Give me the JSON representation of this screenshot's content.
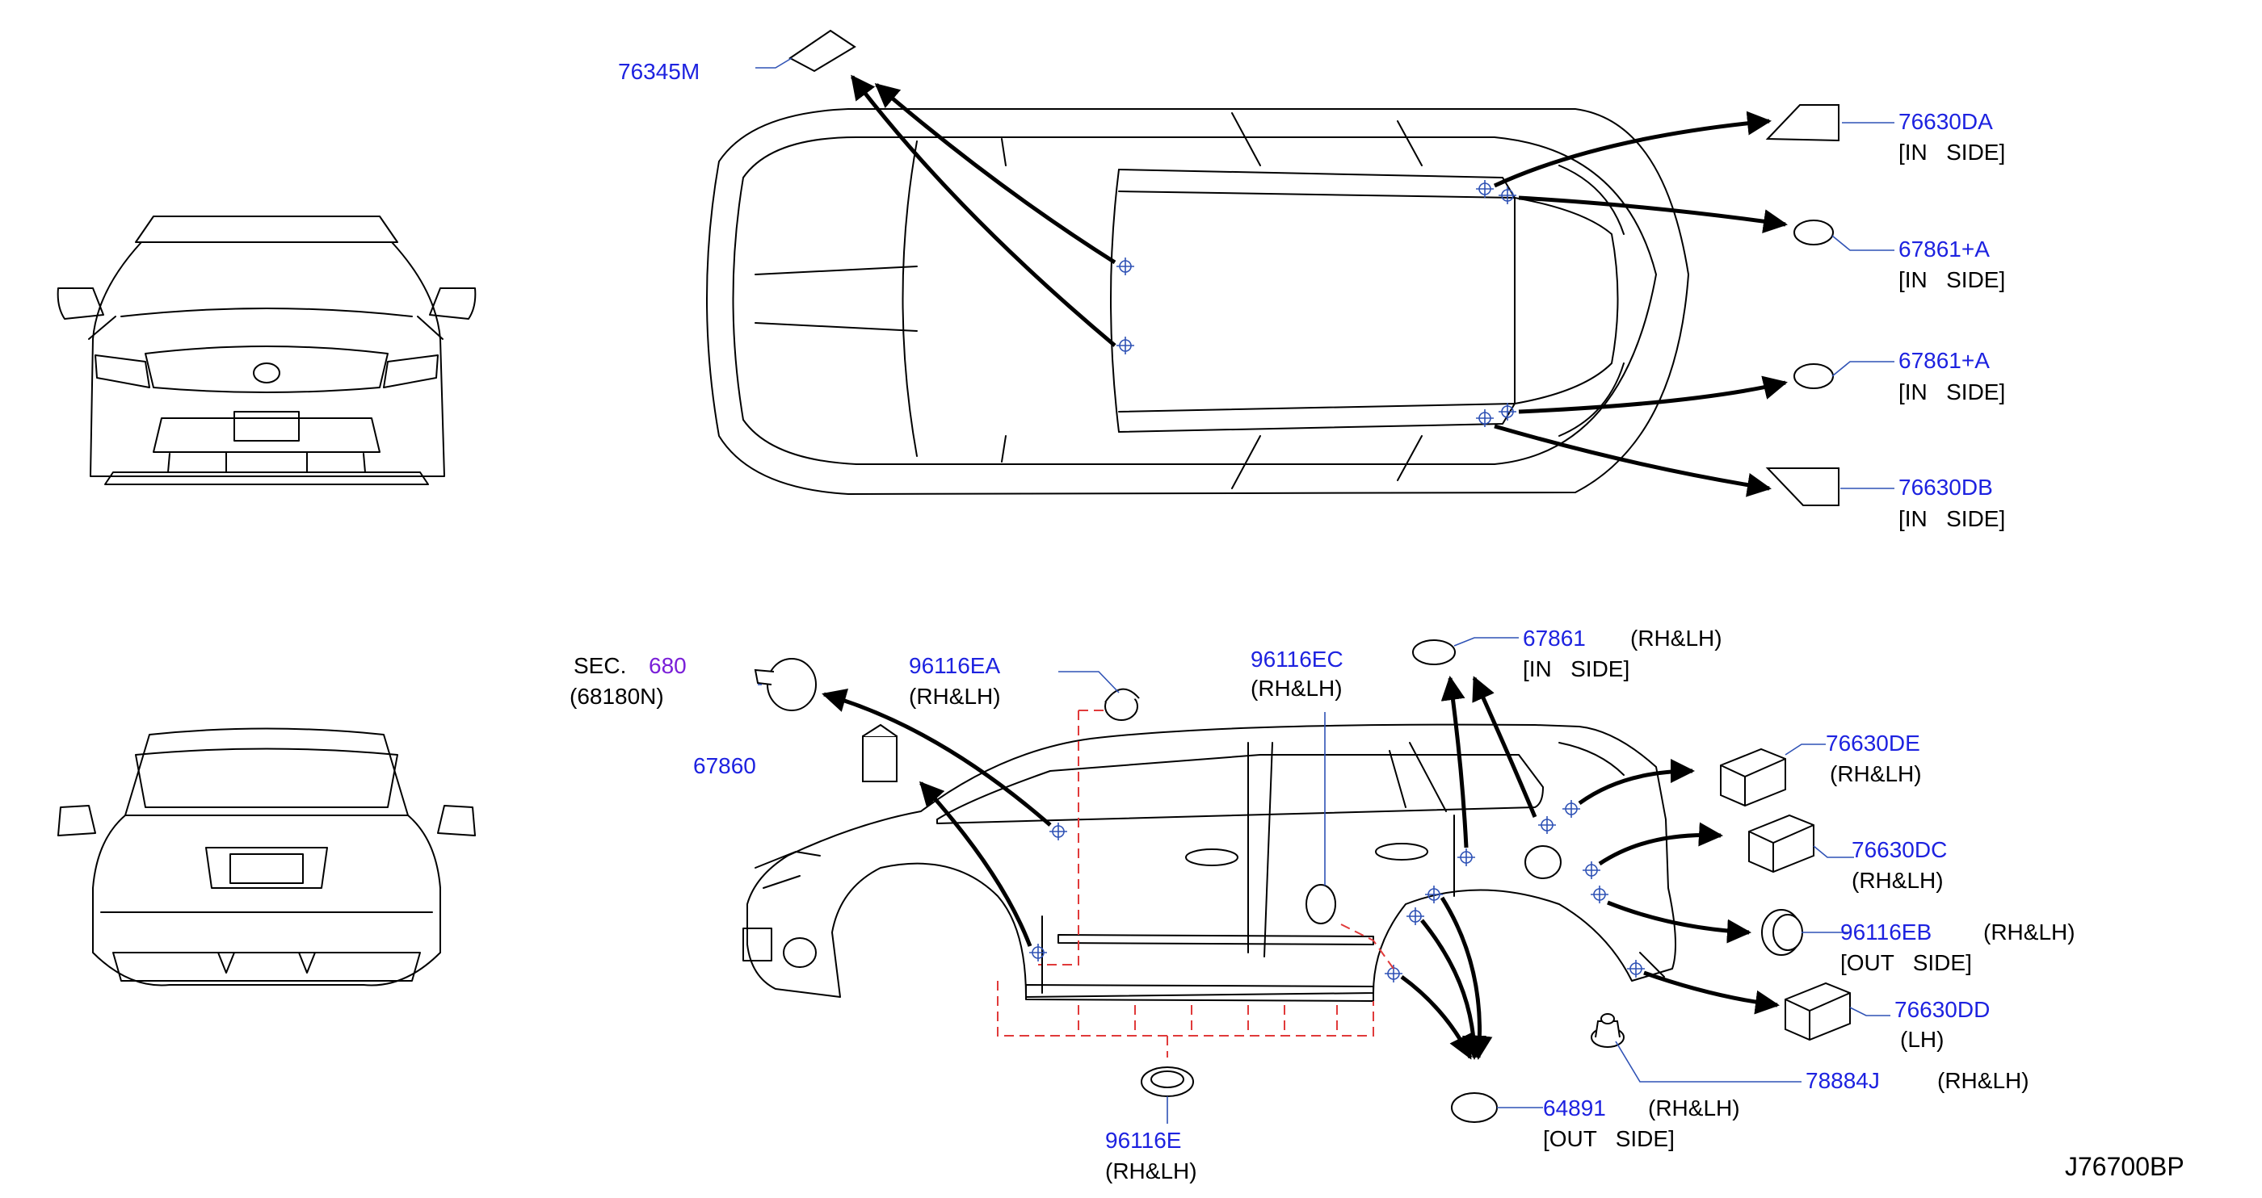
{
  "diagram_id": "J76700BP",
  "sec_ref": {
    "prefix": "SEC.",
    "number": "680",
    "sub": "(68180N)"
  },
  "labels": {
    "p76345M": "76345M",
    "p76630DA": "76630DA",
    "p76630DA_note": "[IN   SIDE]",
    "p67861A_1": "67861+A",
    "p67861A_1_note": "[IN   SIDE]",
    "p67861A_2": "67861+A",
    "p67861A_2_note": "[IN   SIDE]",
    "p76630DB": "76630DB",
    "p76630DB_note": "[IN   SIDE]",
    "p96116EA": "96116EA",
    "p96116EA_note": "(RH&LH)",
    "p67860": "67860",
    "p96116EC": "96116EC",
    "p96116EC_note": "(RH&LH)",
    "p67861": "67861",
    "p67861_note1": "(RH&LH)",
    "p67861_note2": "[IN   SIDE]",
    "p76630DE": "76630DE",
    "p76630DE_note": "(RH&LH)",
    "p76630DC": "76630DC",
    "p76630DC_note": "(RH&LH)",
    "p96116EB": "96116EB",
    "p96116EB_note1": "(RH&LH)",
    "p96116EB_note2": "[OUT   SIDE]",
    "p76630DD": "76630DD",
    "p76630DD_note": "(LH)",
    "p78884J": "78884J",
    "p78884J_note": "(RH&LH)",
    "p64891": "64891",
    "p64891_note1": "(RH&LH)",
    "p64891_note2": "[OUT   SIDE]",
    "p96116E": "96116E",
    "p96116E_note": "(RH&LH)"
  },
  "colors": {
    "part_number": "#1d22e0",
    "section_ref": "#7a1fd8",
    "leader": "#2f52b5",
    "dashed_guide": "#e03a3a",
    "line": "#000000"
  }
}
